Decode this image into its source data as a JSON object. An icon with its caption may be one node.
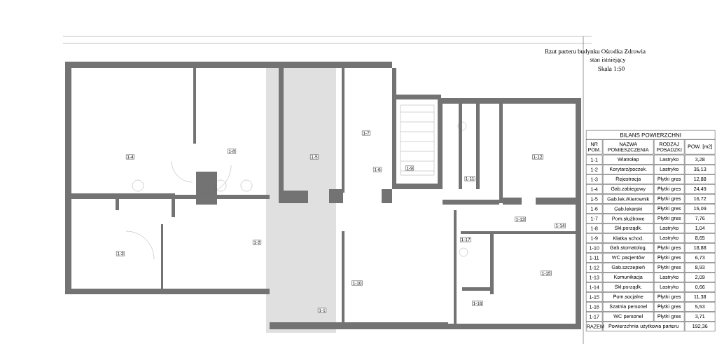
{
  "diagram": {
    "title": "Rzut parteru budynku Ośrodka Zdrowia",
    "labels": [
      "stan istniejący",
      "Skala 1:50",
      "BILANS POWIERZCHNI",
      "NR POM.",
      "NAZWA POMIESZCZENIA",
      "RODZAJ POSADZKI",
      "POW. [m2]",
      "1-1",
      "Wiatrołap",
      "Lastryko",
      "3,28",
      "1-2",
      "Korytarz/poczek.",
      "Lastryko",
      "35,13",
      "1-3",
      "Rejestracja",
      "Płytki gres",
      "12,88",
      "1-4",
      "Gab.zabiegowy",
      "Płytki gres",
      "24,49",
      "1-5",
      "Gab.lek./Kierownik",
      "Płytki gres",
      "16,72",
      "1-6",
      "Gab.lekarski",
      "Płytki gres",
      "15,09",
      "1-7",
      "Pom.służbowe",
      "Płytki gres",
      "7,76",
      "1-8",
      "Skł.porządk.",
      "Lastryko",
      "1,04",
      "1-9",
      "Klatka schod.",
      "Lastryko",
      "8,65",
      "1-10",
      "Gab.stomatolog.",
      "Płytki gres",
      "18,88",
      "1-11",
      "WC pacjentów",
      "Płytki gres",
      "6,73",
      "1-12",
      "Gab.szczepień",
      "Płytki gres",
      "8,93",
      "1-13",
      "Komunikacja",
      "Lastryko",
      "2,09",
      "1-14",
      "Skł.porządk.",
      "Lastryko",
      "0,66",
      "1-15",
      "Pom.socjalne",
      "Płytki gres",
      "11,38",
      "1-16",
      "Szatnia personel",
      "Płytki gres",
      "5,53",
      "1-17",
      "WC personel",
      "Płytki gres",
      "3,71",
      "RAZEM",
      "Powierzchnia użytkowa parteru",
      "192,36",
      "1-4",
      "1-8",
      "1-5",
      "1-7",
      "1-6",
      "1-9",
      "1-11",
      "1-12",
      "1-3",
      "1-2",
      "1-13",
      "1-14",
      "1-17",
      "1-15",
      "1-10",
      "1-16",
      "1-1"
    ]
  }
}
